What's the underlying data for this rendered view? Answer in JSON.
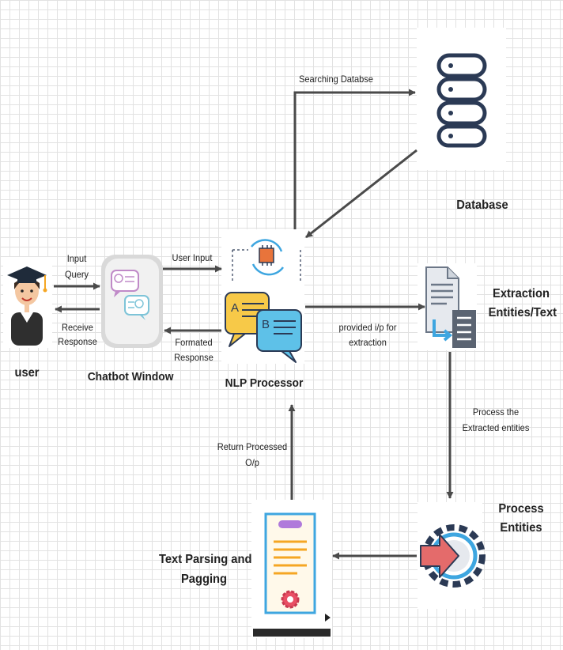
{
  "nodes": {
    "user": {
      "label": "user"
    },
    "chatbot": {
      "label": "Chatbot Window"
    },
    "nlp": {
      "label": "NLP Processor"
    },
    "database": {
      "label": "Database"
    },
    "extraction": {
      "label_line1": "Extraction",
      "label_line2": "Entities/Text"
    },
    "process": {
      "label_line1": "Process",
      "label_line2": "Entities"
    },
    "parsing": {
      "label_line1": "Text Parsing and",
      "label_line2": "Pagging"
    }
  },
  "edges": {
    "input_query": {
      "line1": "Input",
      "line2": "Query"
    },
    "receive_response": {
      "line1": "Receive",
      "line2": "Response"
    },
    "user_input": {
      "label": "User Input"
    },
    "formated_response": {
      "line1": "Formated",
      "line2": "Response"
    },
    "searching_database": {
      "label": "Searching Databse"
    },
    "provided_ip": {
      "line1": "provided i/p for",
      "line2": "extraction"
    },
    "process_extracted": {
      "line1": "Process the",
      "line2": "Extracted entities"
    },
    "return_processed": {
      "line1": "Return Processed",
      "line2": "O/p"
    }
  },
  "colors": {
    "arrow": "#4a4a4a",
    "icon_dark": "#2b3a55",
    "icon_orange": "#f5a623",
    "icon_blue": "#3ea6e0",
    "icon_yellow": "#f7c948",
    "icon_pink": "#e94f64"
  },
  "icons": [
    "graduate-student-icon",
    "chat-bubbles-icon",
    "chip-speech-bubbles-icon",
    "database-icon",
    "document-extract-icon",
    "gear-arrow-icon",
    "certificate-document-icon"
  ]
}
